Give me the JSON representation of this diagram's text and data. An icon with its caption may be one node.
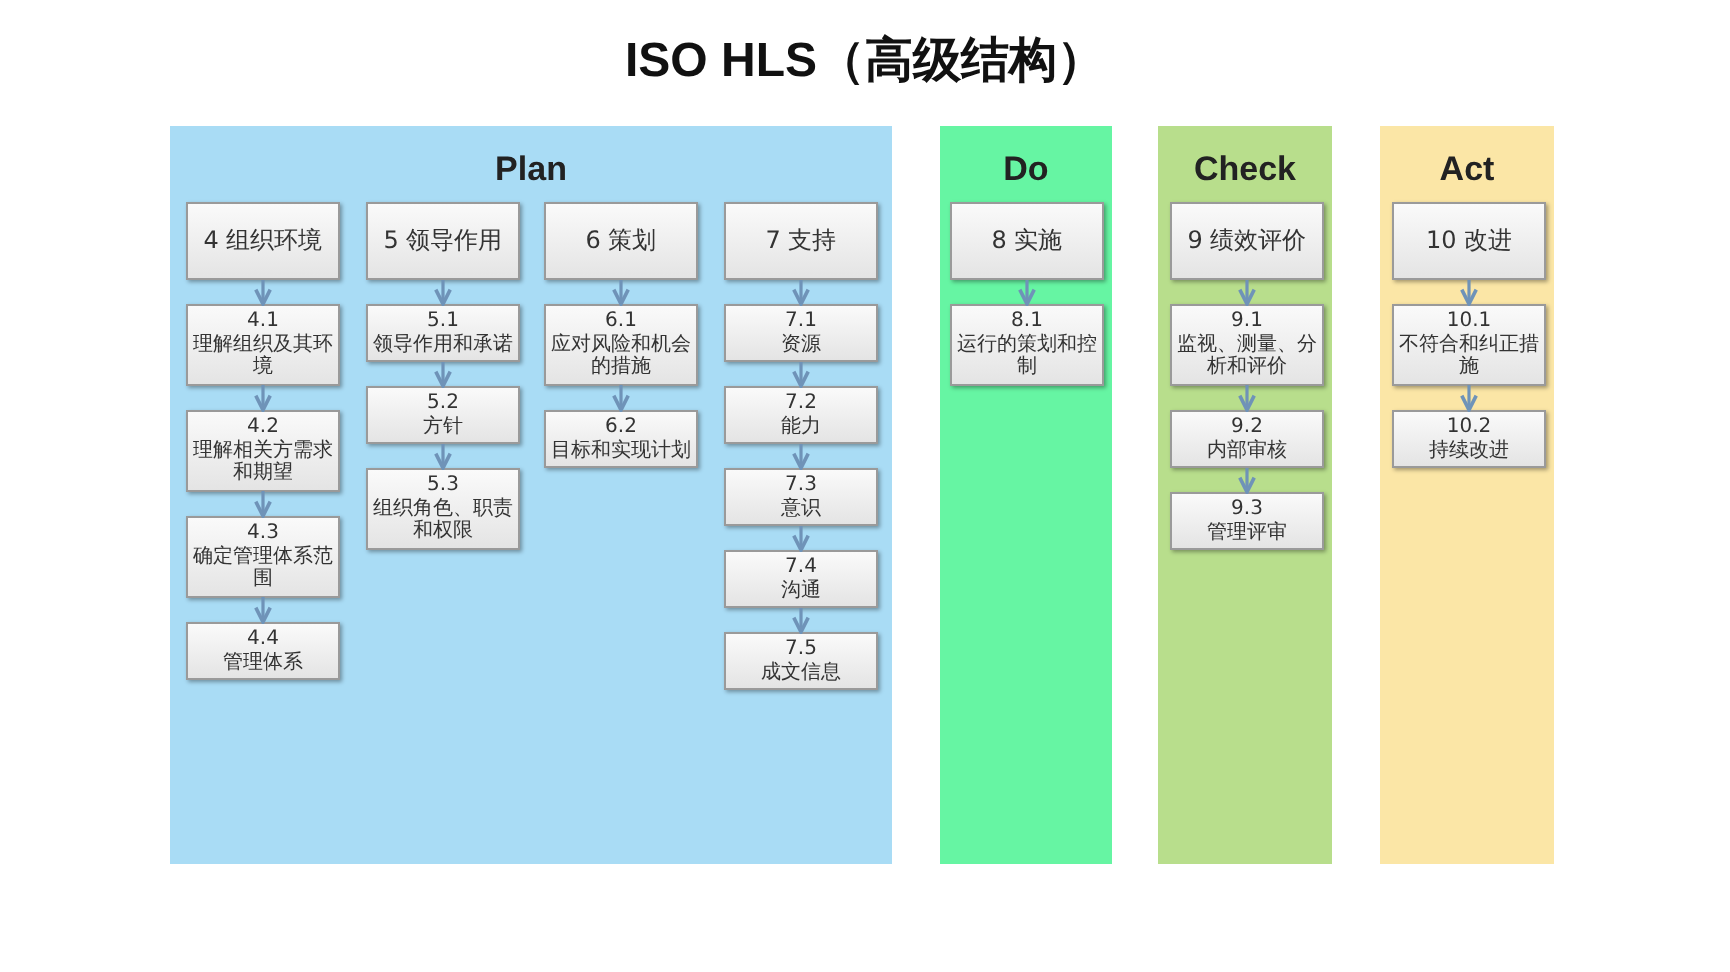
{
  "diagram": {
    "title": "ISO HLS（高级结构）",
    "nodes": [
      {
        "text": [
          "Plan"
        ]
      },
      {
        "text": [
          "4 组织环境"
        ],
        "in": 0
      },
      {
        "text": [
          "4.1",
          "理解组织及其环境"
        ],
        "in": 0
      },
      {
        "text": [
          "4.2",
          "理解相关方需求和期望"
        ],
        "in": 0
      },
      {
        "text": [
          "4.3",
          "确定管理体系范围"
        ],
        "in": 0
      },
      {
        "text": [
          "4.4",
          "管理体系"
        ],
        "in": 0
      },
      {
        "text": [
          "5 领导作用"
        ],
        "in": 0
      },
      {
        "text": [
          "5.1",
          "领导作用和承诺"
        ],
        "in": 0
      },
      {
        "text": [
          "5.2",
          "方针"
        ],
        "in": 0
      },
      {
        "text": [
          "5.3",
          "组织角色、职责和权限"
        ],
        "in": 0
      },
      {
        "text": [
          "6 策划"
        ],
        "in": 0
      },
      {
        "text": [
          "6.1",
          "应对风险和机会的措施"
        ],
        "in": 0
      },
      {
        "text": [
          "6.2",
          "目标和实现计划"
        ],
        "in": 0
      },
      {
        "text": [
          "7 支持"
        ],
        "in": 0
      },
      {
        "text": [
          "7.1",
          "资源"
        ],
        "in": 0
      },
      {
        "text": [
          "7.2",
          "能力"
        ],
        "in": 0
      },
      {
        "text": [
          "7.3",
          "意识"
        ],
        "in": 0
      },
      {
        "text": [
          "7.4",
          "沟通"
        ],
        "in": 0
      },
      {
        "text": [
          "7.5",
          "成文信息"
        ],
        "in": 0
      },
      {
        "text": [
          "Do"
        ]
      },
      {
        "text": [
          "8 实施"
        ],
        "in": 19
      },
      {
        "text": [
          "8.1",
          "运行的策划和控制"
        ],
        "in": 19
      },
      {
        "text": [
          "Check"
        ]
      },
      {
        "text": [
          "9 绩效评价"
        ],
        "in": 22
      },
      {
        "text": [
          "9.1",
          "监视、测量、分析和评价"
        ],
        "in": 22
      },
      {
        "text": [
          "9.2",
          "内部审核"
        ],
        "in": 22
      },
      {
        "text": [
          "9.3",
          "管理评审"
        ],
        "in": 22
      },
      {
        "text": [
          "Act"
        ]
      },
      {
        "text": [
          "10 改进"
        ],
        "in": 27
      },
      {
        "text": [
          "10.1",
          "不符合和纠正措施"
        ],
        "in": 27
      },
      {
        "text": [
          "10.2",
          "持续改进"
        ],
        "in": 27
      }
    ],
    "edges": [
      {
        "from": 1,
        "to": 2,
        "arrow": "to"
      },
      {
        "from": 2,
        "to": 3,
        "arrow": "to"
      },
      {
        "from": 3,
        "to": 4,
        "arrow": "to"
      },
      {
        "from": 4,
        "to": 5,
        "arrow": "to"
      },
      {
        "from": 6,
        "to": 7,
        "arrow": "to"
      },
      {
        "from": 7,
        "to": 8,
        "arrow": "to"
      },
      {
        "from": 8,
        "to": 9,
        "arrow": "to"
      },
      {
        "from": 10,
        "to": 11,
        "arrow": "to"
      },
      {
        "from": 11,
        "to": 12,
        "arrow": "to"
      },
      {
        "from": 13,
        "to": 14,
        "arrow": "to"
      },
      {
        "from": 14,
        "to": 15,
        "arrow": "to"
      },
      {
        "from": 15,
        "to": 16,
        "arrow": "to"
      },
      {
        "from": 16,
        "to": 17,
        "arrow": "to"
      },
      {
        "from": 17,
        "to": 18,
        "arrow": "to"
      },
      {
        "from": 20,
        "to": 21,
        "arrow": "to"
      },
      {
        "from": 23,
        "to": 24,
        "arrow": "to"
      },
      {
        "from": 24,
        "to": 25,
        "arrow": "to"
      },
      {
        "from": 25,
        "to": 26,
        "arrow": "to"
      },
      {
        "from": 28,
        "to": 29,
        "arrow": "to"
      },
      {
        "from": 29,
        "to": 30,
        "arrow": "to"
      }
    ]
  }
}
